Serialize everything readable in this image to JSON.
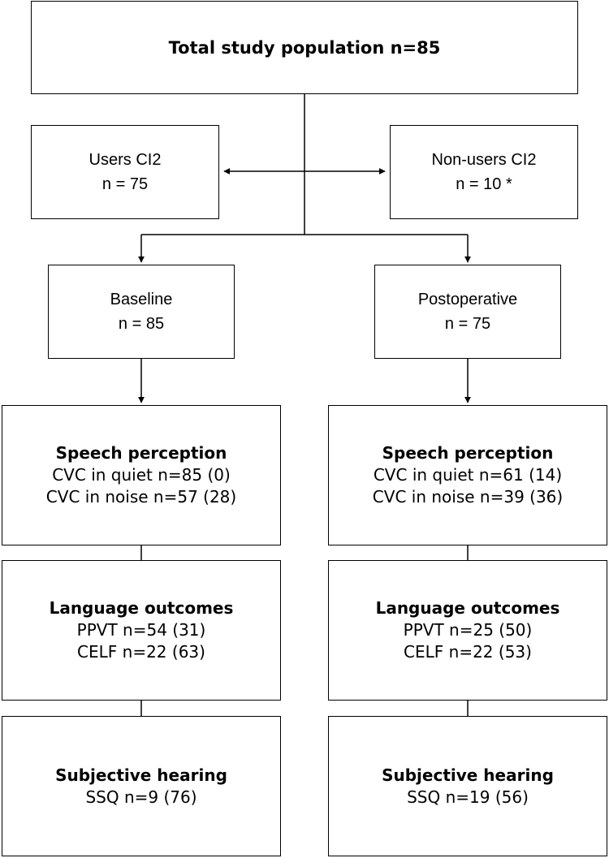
{
  "total": {
    "label": "Total study population n=85"
  },
  "users": {
    "title": "Users CI2",
    "count": "n = 75"
  },
  "non_users": {
    "title": "Non-users CI2",
    "count": "n = 10 *"
  },
  "baseline": {
    "title": "Baseline",
    "count": "n = 85",
    "speech": {
      "heading": "Speech perception",
      "quiet": "CVC in quiet n=85 (0)",
      "noise": "CVC in noise n=57 (28)"
    },
    "language": {
      "heading": "Language outcomes",
      "ppvt": "PPVT n=54 (31)",
      "celf": "CELF n=22 (63)"
    },
    "hearing": {
      "heading": "Subjective hearing",
      "ssq": "SSQ n=9 (76)"
    }
  },
  "postoperative": {
    "title": "Postoperative",
    "count": "n = 75",
    "speech": {
      "heading": "Speech perception",
      "quiet": "CVC in quiet n=61 (14)",
      "noise": "CVC in noise n=39 (36)"
    },
    "language": {
      "heading": "Language outcomes",
      "ppvt": "PPVT n=25 (50)",
      "celf": "CELF n=22 (53)"
    },
    "hearing": {
      "heading": "Subjective hearing",
      "ssq": "SSQ n=19 (56)"
    }
  }
}
